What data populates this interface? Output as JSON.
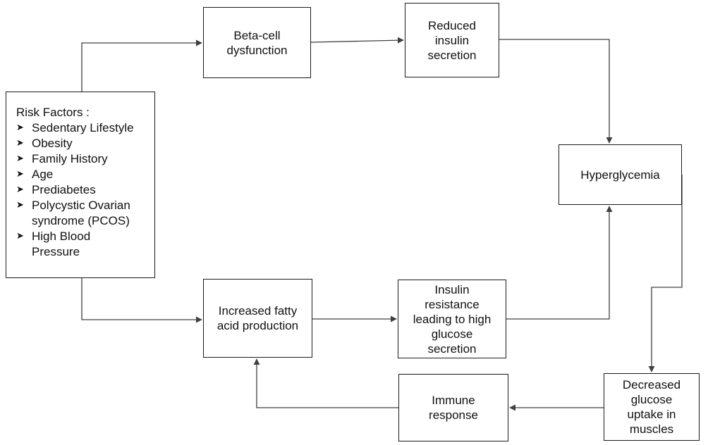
{
  "risk_factors": {
    "heading": "Risk Factors :",
    "items": [
      "Sedentary Lifestyle",
      "Obesity",
      "Family History",
      "Age",
      "Prediabetes",
      "Polycystic Ovarian\nsyndrome (PCOS)",
      "High Blood\nPressure"
    ]
  },
  "nodes": {
    "beta_cell": "Beta-cell\ndysfunction",
    "reduced_insulin": "Reduced\ninsulin\nsecretion",
    "hyperglycemia": "Hyperglycemia",
    "decreased_glucose": "Decreased\nglucose\nuptake in\nmuscles",
    "immune_response": "Immune\nresponse",
    "fatty_acid": "Increased fatty\nacid production",
    "insulin_resistance": "Insulin\nresistance\nleading to high\nglucose\nsecretion"
  },
  "colors": {
    "line": "#404040",
    "border": "#1a1a1a"
  }
}
